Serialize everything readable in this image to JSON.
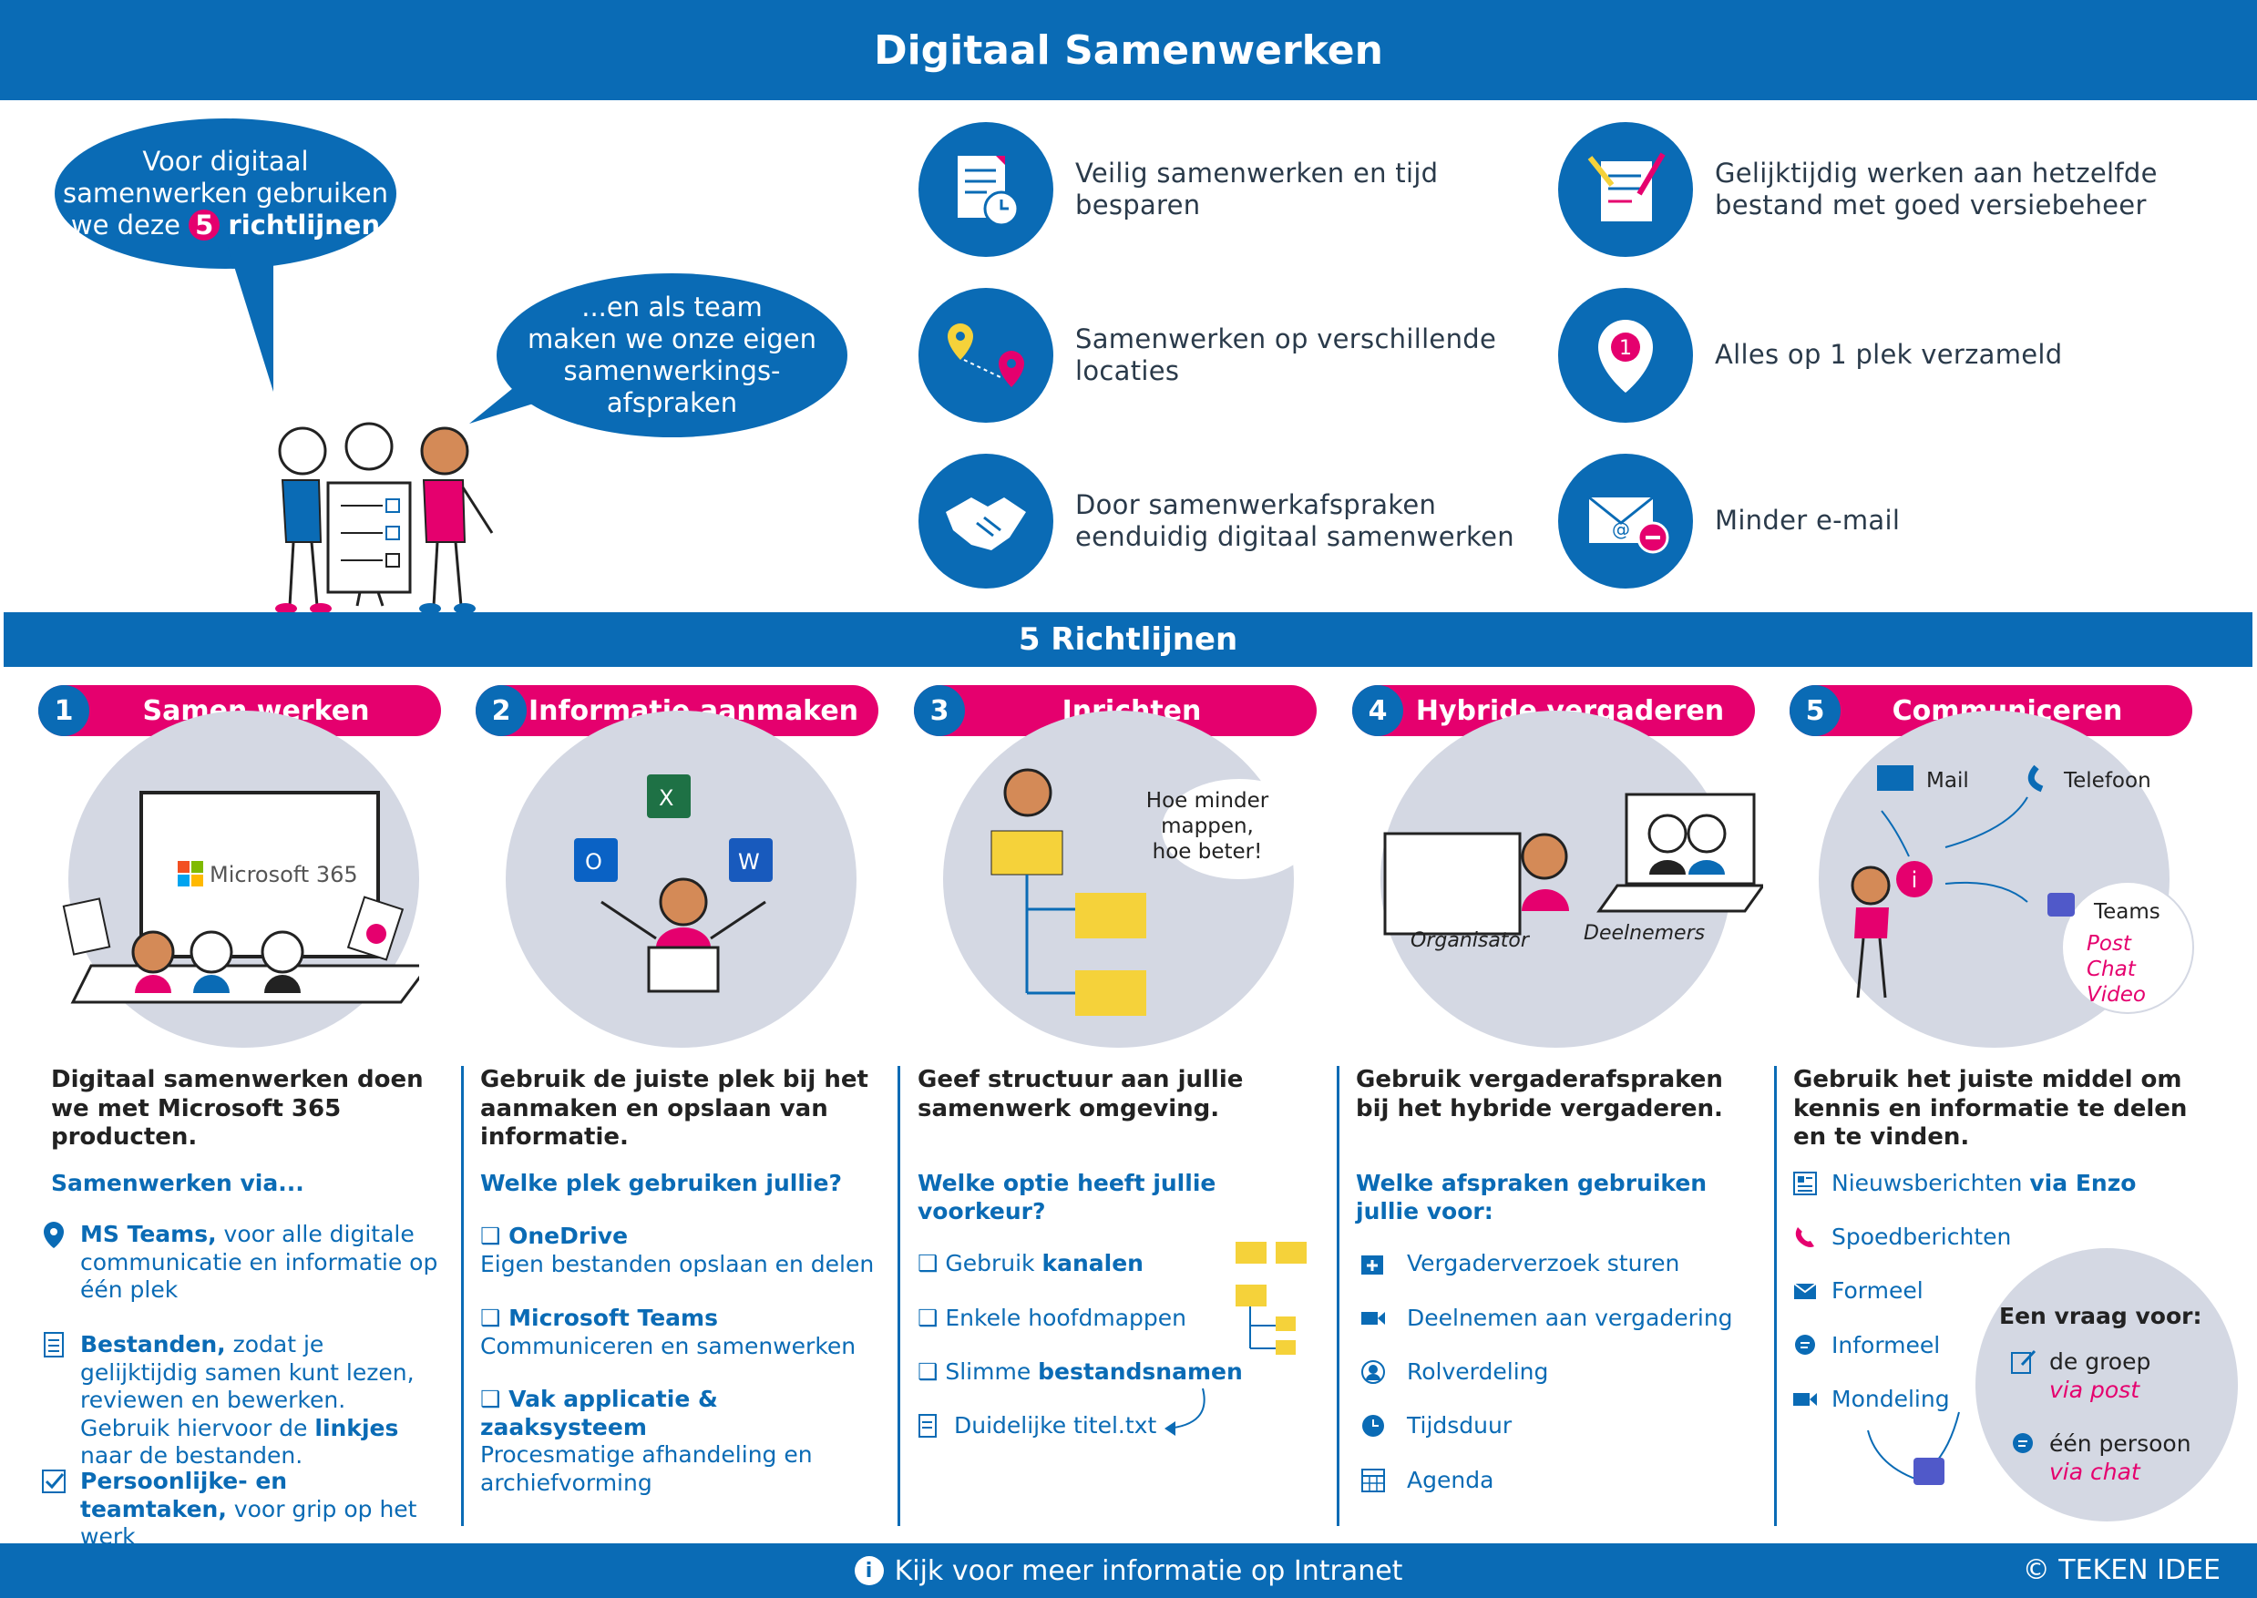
{
  "header": {
    "title": "Digitaal Samenwerken"
  },
  "intro": {
    "bubble_main_line1": "Voor digitaal",
    "bubble_main_line2": "samenwerken gebruiken",
    "bubble_main_line3_pre": "we deze",
    "bubble_main_number": "5",
    "bubble_main_line3_post": "richtlijnen",
    "bubble_team_line1": "...en als team",
    "bubble_team_line2": "maken we onze eigen",
    "bubble_team_line3": "samenwerkings-",
    "bubble_team_line4": "afspraken"
  },
  "benefits": [
    {
      "icon": "document-clock-icon",
      "line1": "Veilig samenwerken en tijd",
      "line2": "besparen"
    },
    {
      "icon": "document-pen-icon",
      "line1": "Gelijktijdig werken aan hetzelfde",
      "line2": "bestand met goed versiebeheer"
    },
    {
      "icon": "location-pins-icon",
      "line1": "Samenwerken op verschillende",
      "line2": "locaties"
    },
    {
      "icon": "single-pin-icon",
      "line1": "Alles op 1 plek verzameld",
      "line2": ""
    },
    {
      "icon": "handshake-icon",
      "line1": "Door samenwerkafspraken",
      "line2": "eenduidig digitaal samenwerken"
    },
    {
      "icon": "mail-minus-icon",
      "line1": "Minder e-mail",
      "line2": ""
    }
  ],
  "guidelines_title": "5 Richtlijnen",
  "columns": [
    {
      "num": "1",
      "title": "Samen werken",
      "illus_label": "Microsoft 365",
      "head": "Digitaal samenwerken doen we met Microsoft 365 producten.",
      "sub": "Samenwerken via...",
      "items": [
        {
          "bold": "MS Teams,",
          "rest": " voor alle digitale communicatie en informatie op één plek"
        },
        {
          "bold": "Bestanden,",
          "rest": " zodat je gelijktijdig samen kunt lezen, reviewen en bewerken. Gebruik hiervoor de ",
          "bold2": "linkjes",
          "rest2": " naar de bestanden."
        },
        {
          "bold": "Persoonlijke- en teamtaken,",
          "rest": " voor grip op het werk"
        }
      ]
    },
    {
      "num": "2",
      "title": "Informatie aanmaken",
      "head": "Gebruik de juiste plek bij het aanmaken en opslaan van informatie.",
      "sub": "Welke plek gebruiken jullie?",
      "items": [
        {
          "bold": "OneDrive",
          "rest": "Eigen bestanden opslaan en delen"
        },
        {
          "bold": "Microsoft Teams",
          "rest": "Communiceren en samenwerken"
        },
        {
          "bold": "Vak applicatie & zaaksysteem",
          "rest": "Procesmatige afhandeling en archiefvorming"
        }
      ]
    },
    {
      "num": "3",
      "title": "Inrichten",
      "speech": "Hoe minder mappen, hoe beter!",
      "head": "Geef structuur aan jullie samenwerk omgeving.",
      "sub": "Welke optie heeft jullie voorkeur?",
      "items": [
        {
          "pre": "Gebruik ",
          "bold": "kanalen"
        },
        {
          "pre": "Enkele hoofdmappen",
          "bold": ""
        },
        {
          "pre": "Slimme ",
          "bold": "bestandsnamen"
        }
      ],
      "file_example": "Duidelijke titel.txt"
    },
    {
      "num": "4",
      "title": "Hybride vergaderen",
      "label_org": "Organisator",
      "label_part": "Deelnemers",
      "head": "Gebruik vergaderafspraken bij het hybride vergaderen.",
      "sub": "Welke afspraken gebruiken jullie voor:",
      "items": [
        {
          "icon": "calendar-add-icon",
          "text": "Vergaderverzoek sturen"
        },
        {
          "icon": "video-camera-icon",
          "text": "Deelnemen aan vergadering"
        },
        {
          "icon": "person-circle-icon",
          "text": "Rolverdeling"
        },
        {
          "icon": "clock-icon",
          "text": "Tijdsduur"
        },
        {
          "icon": "calendar-grid-icon",
          "text": "Agenda"
        }
      ]
    },
    {
      "num": "5",
      "title": "Communiceren",
      "illus_mail": "Mail",
      "illus_phone": "Telefoon",
      "illus_teams": "Teams",
      "illus_post": "Post",
      "illus_chat": "Chat",
      "illus_video": "Video",
      "head": "Gebruik het juiste middel om kennis en informatie te delen en te vinden.",
      "items": [
        {
          "icon": "newspaper-icon",
          "text": "Nieuwsberichten ",
          "bold": "via Enzo"
        },
        {
          "icon": "phone-icon",
          "text": "Spoedberichten",
          "bold": ""
        },
        {
          "icon": "envelope-icon",
          "text": "Formeel",
          "bold": ""
        },
        {
          "icon": "chat-bubble-icon",
          "text": "Informeel",
          "bold": ""
        },
        {
          "icon": "video-camera-icon",
          "text": "Mondeling",
          "bold": ""
        }
      ],
      "question_title": "Een vraag voor:",
      "q1_label": "de groep",
      "q1_via": "via post",
      "q2_label": "één persoon",
      "q2_via": "via chat"
    }
  ],
  "footer": {
    "info": "Kijk voor meer informatie op Intranet",
    "copyright": "© TEKEN IDEE"
  },
  "colors": {
    "blue": "#0a6bb5",
    "pink": "#e5006e",
    "grey": "#d4d8e3"
  }
}
